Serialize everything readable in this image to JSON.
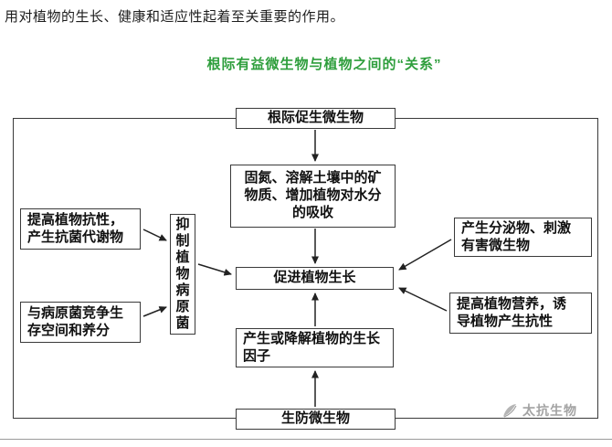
{
  "header": {
    "intro": "用对植物的生长、健康和适应性起着至关重要的作用。",
    "title": "根际有益微生物与植物之间的“关系”"
  },
  "diagram": {
    "top_box": "根际促生微生物",
    "center_top_box": "固氮、溶解土壤中的矿\n物质、增加植物对水分\n的吸收",
    "center_box": "促进植物生长",
    "center_bottom_box": "产生或降解植物的生长\n因子",
    "left_box_1": "提高植物抗性，\n产生抗菌代谢物",
    "left_box_2": "与病原菌竞争生\n存空间和养分",
    "inhibit_box": "抑制植物病原菌",
    "right_box_1": "产生分泌物、刺激\n有害微生物",
    "right_box_2": "提高植物营养，诱\n导植物产生抗性",
    "bottom_box": "生防微生物"
  },
  "watermark": {
    "brand": "太抗生物"
  },
  "colors": {
    "title_green": "#2e9e3c",
    "watermark_gray": "#a3a3a3",
    "arrow": "#222222"
  }
}
